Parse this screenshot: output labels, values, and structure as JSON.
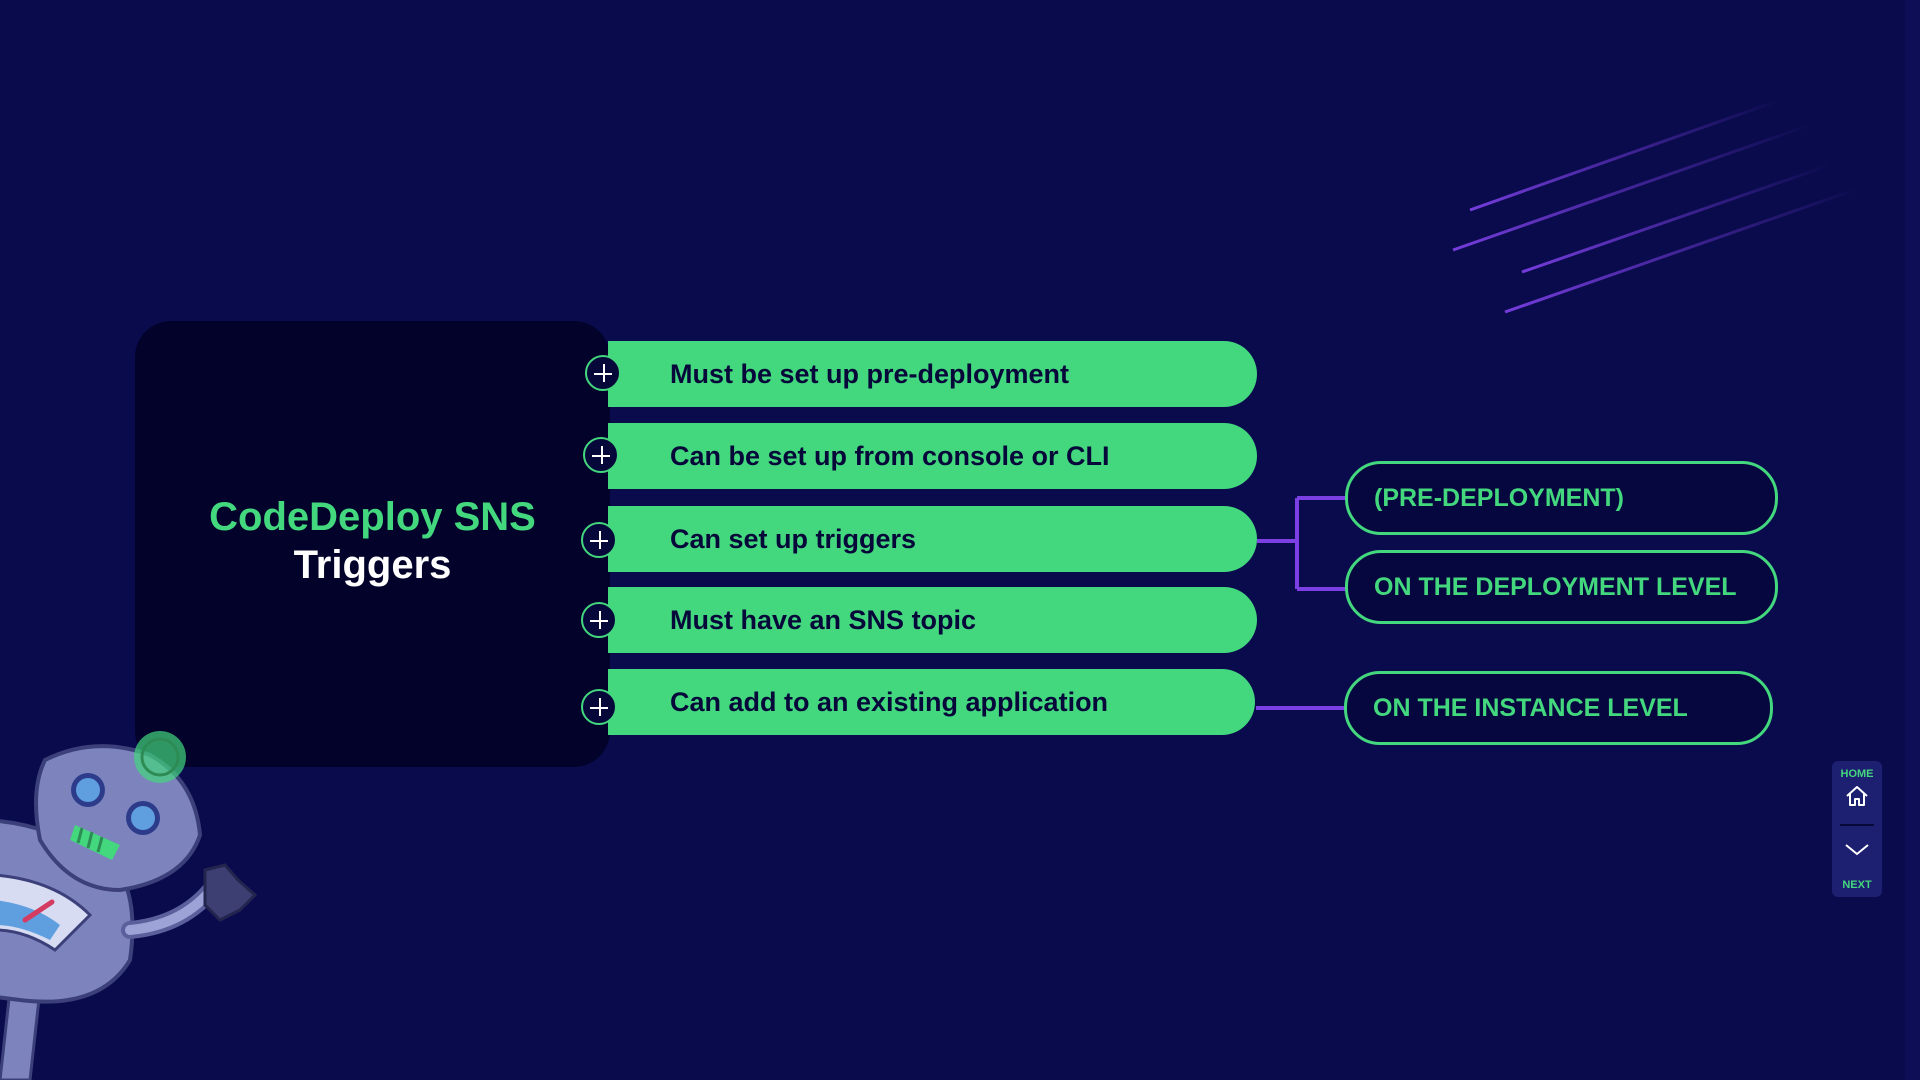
{
  "title": {
    "line1": "CodeDeploy SNS",
    "line2": "Triggers"
  },
  "items": [
    {
      "label": "Must be set up pre-deployment"
    },
    {
      "label": "Can be set up from console or CLI"
    },
    {
      "label": "Can set up triggers"
    },
    {
      "label": "Must have an SNS topic"
    },
    {
      "label": "Can add to an existing application"
    }
  ],
  "details": [
    {
      "label": "(PRE-DEPLOYMENT)"
    },
    {
      "label": "ON THE DEPLOYMENT LEVEL"
    },
    {
      "label": "ON THE INSTANCE LEVEL"
    }
  ],
  "nav": {
    "home_label": "HOME",
    "next_label": "NEXT",
    "home_icon": "home-icon",
    "next_icon": "chevron-down-icon"
  },
  "colors": {
    "background": "#0a0b4d",
    "accent_green": "#43d77e",
    "connector_purple": "#7b3fe4",
    "card_dark": "#02022b"
  }
}
